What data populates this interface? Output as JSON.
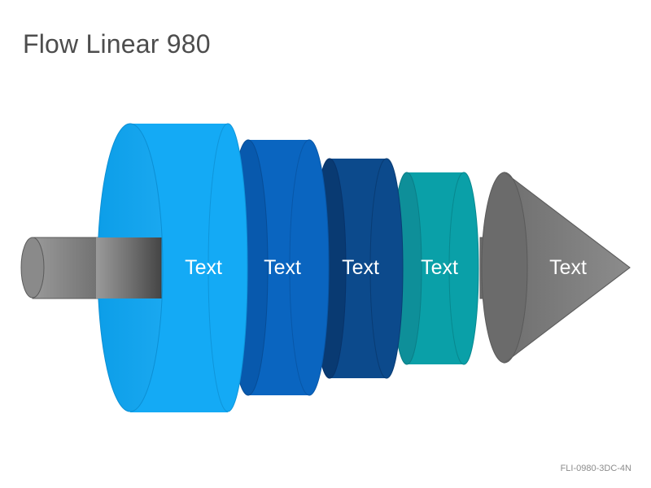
{
  "title": "Flow Linear 980",
  "code": "FLI-0980-3DC-4N",
  "segments": [
    {
      "label": "Text",
      "color": "#14aaf5"
    },
    {
      "label": "Text",
      "color": "#0a65c0"
    },
    {
      "label": "Text",
      "color": "#0c4a8c"
    },
    {
      "label": "Text",
      "color": "#0aa0a8"
    }
  ],
  "arrow_head": {
    "label": "Text",
    "color": "#808080"
  },
  "shaft_color": "#7d7d7d"
}
